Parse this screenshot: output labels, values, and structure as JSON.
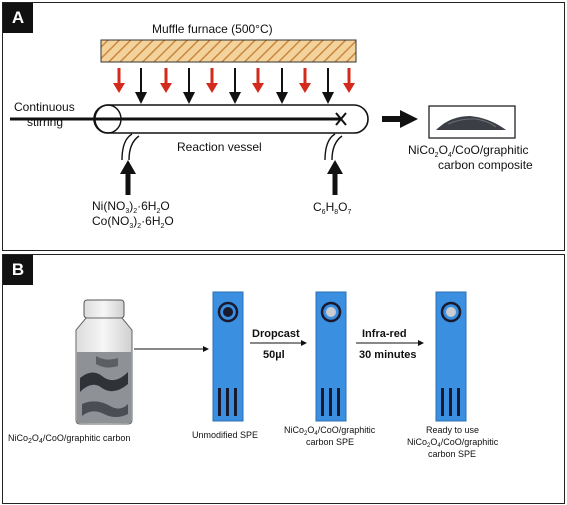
{
  "panel_a": {
    "label": "A",
    "furnace_label": "Muffle furnace (500°C)",
    "stirring_label_1": "Continuous",
    "stirring_label_2": "stirring",
    "vessel_label": "Reaction vessel",
    "precursor_1": {
      "main": "Ni(NO",
      "sub1": "3",
      "mid": ")",
      "sub2": "2",
      "tail": "·6H",
      "sub3": "2",
      "end": "O"
    },
    "precursor_2": {
      "main": "Co(NO",
      "sub1": "3",
      "mid": ")",
      "sub2": "2",
      "tail": "·6H",
      "sub3": "2",
      "end": "O"
    },
    "citric_acid": {
      "c": "C",
      "c_sub": "6",
      "h": "H",
      "h_sub": "8",
      "o": "O",
      "o_sub": "7"
    },
    "product_line_1": {
      "a": "NiCo",
      "a_sub": "2",
      "b": "O",
      "b_sub": "4",
      "c": "/CoO/graphitic"
    },
    "product_line_2": "carbon composite",
    "colors": {
      "heat_arrow": "#d42a1e",
      "furnace_fill": "#f3d39b",
      "furnace_hatch": "#c9873f"
    }
  },
  "panel_b": {
    "label": "B",
    "vial_caption": {
      "a": "NiCo",
      "a_sub": "2",
      "b": "O",
      "b_sub": "4",
      "c": "/CoO/graphitic carbon"
    },
    "spe1_caption": "Unmodified SPE",
    "step1_top": "Dropcast",
    "step1_bottom": "50µl",
    "spe2_caption_1": {
      "a": "NiCo",
      "a_sub": "2",
      "b": "O",
      "b_sub": "4",
      "c": "/CoO/graphitic"
    },
    "spe2_caption_2": "carbon SPE",
    "step2_top": "Infra-red",
    "step2_bottom": "30 minutes",
    "spe3_caption_1": "Ready to use",
    "spe3_caption_2": {
      "a": "NiCo",
      "a_sub": "2",
      "b": "O",
      "b_sub": "4",
      "c": "/CoO/graphitic"
    },
    "spe3_caption_3": "carbon SPE",
    "colors": {
      "spe_blue": "#3b8fe0",
      "spe_dark": "#1a1a2e"
    }
  }
}
